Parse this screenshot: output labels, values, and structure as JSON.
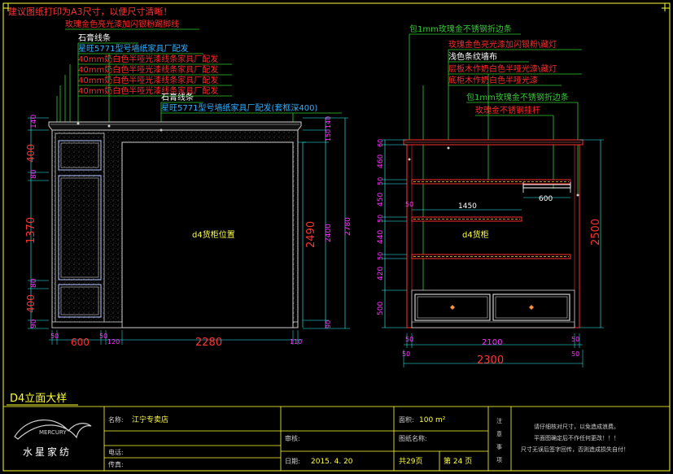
{
  "header_note": "建议图纸打印为A3尺寸，以便尺寸清晰！",
  "left": {
    "notes": [
      {
        "text": "玫瑰金色亮光漆加闪银粉踢脚线",
        "color": "#ff2a2a"
      },
      {
        "text": "石膏线条",
        "color": "#ffffff"
      },
      {
        "text": "星旺5771型号墙纸家具厂配发",
        "color": "#33b0ff"
      },
      {
        "text": "40mm奶白色半哑光漆线条家具厂配发",
        "color": "#ff2a2a"
      },
      {
        "text": "40mm奶白色半哑光漆线条家具厂配发",
        "color": "#ff2a2a"
      },
      {
        "text": "40mm奶白色半哑光漆线条家具厂配发",
        "color": "#ff2a2a"
      },
      {
        "text": "40mm奶白色半哑光漆线条家具厂配发",
        "color": "#ff2a2a"
      }
    ],
    "note2_title": "石膏线条",
    "note2_line": "星旺5771型号墙纸家具厂配发(套框深400)",
    "cabinet_label": "d4货柜位置",
    "dims_vertical_left": [
      "140",
      "400",
      "80",
      "1370",
      "80",
      "400",
      "90"
    ],
    "dims_vertical_right_inner": [
      "2490"
    ],
    "dims_vertical_right_a": [
      "140",
      "150",
      "2400",
      "90"
    ],
    "dims_vertical_right_b": [
      "2780"
    ],
    "dims_bottom": [
      "50",
      "600",
      "50",
      "120",
      "2280",
      "110"
    ]
  },
  "right": {
    "notes": [
      {
        "text": "包1mm玫瑰金不锈钢折边条",
        "color": "#33cc33"
      },
      {
        "text": "玫瑰金色亮光漆加闪银粉\\藏灯",
        "color": "#ff2a2a"
      },
      {
        "text": "浅色条纹墙布",
        "color": "#ffffff"
      },
      {
        "text": "层板木作奶白色半哑光漆\\藏灯",
        "color": "#ff2a2a"
      },
      {
        "text": "底柜木作奶白色半哑光漆",
        "color": "#ff2a2a"
      },
      {
        "text": "包1mm玫瑰金不锈钢折边条",
        "color": "#33cc33"
      },
      {
        "text": "玫瑰金不锈钢挂杆",
        "color": "#ff2a2a"
      }
    ],
    "cabinet_label": "d4货柜",
    "dims_vertical_left": [
      "60",
      "460",
      "50",
      "450",
      "50",
      "440",
      "50",
      "420",
      "500"
    ],
    "dim_rod": "600",
    "dim_shelf": "1450",
    "dim_shelf_off": "50",
    "dims_vertical_right": [
      "2500"
    ],
    "dims_bottom_1": [
      "50",
      "2100",
      "50"
    ],
    "dims_bottom_2": [
      "50",
      "2300",
      "50"
    ]
  },
  "sheet_title": "D4立面大样",
  "title_block": {
    "logo_text": "水星家纺",
    "logo_brand": "MERCURY",
    "name_label": "名称:",
    "name_value": "江宁专卖店",
    "area_label": "面积:",
    "area_value": "100 m²",
    "review_label": "审核:",
    "drawing_no_label": "图纸名称:",
    "phone_label": "电话:",
    "fax_label": "传真:",
    "date_label": "日期:",
    "date_value": "2015. 4. 20",
    "total_pages": "共29页",
    "page_no": "第  24  页",
    "notice_label": [
      "注",
      "意",
      "事",
      "项"
    ],
    "notice_lines": [
      "请仔细核对尺寸，以免造成浪费。",
      "平面图确定后不作任何更改！！！",
      "尺寸无误后签字回传，否则造成损失自付！"
    ]
  },
  "colors": {
    "frame": "#ffff33",
    "dim_magenta": "#ff33ff",
    "dim_red": "#ff3333",
    "dim_cyan": "#33ffff",
    "wall_gray": "#cfcfcf",
    "cabinet_red": "#ff3030",
    "label_yellow": "#ffff44",
    "note_white": "#ffffff"
  }
}
